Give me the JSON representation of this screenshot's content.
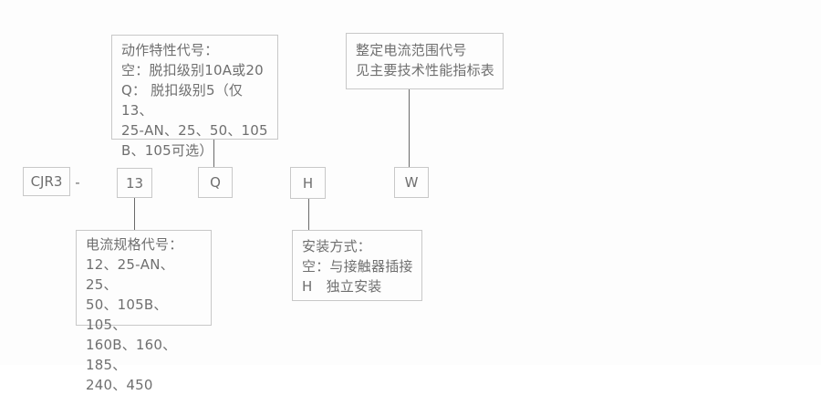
{
  "colors": {
    "background": "#fdfdfd",
    "box_border": "#c8c8c8",
    "text": "#6f6f6f",
    "connector_line": "#6a6a6a"
  },
  "model_code": {
    "prefix": "CJR3",
    "separator": "-",
    "current_spec_code": "13",
    "action_code": "Q",
    "mounting_code": "H",
    "setting_code": "W"
  },
  "callouts": {
    "action_characteristic": "动作特性代号：\n空：脱扣级别10A或20\nQ： 脱扣级别5（仅13、\n25-AN、25、50、105\nB、105可选）",
    "setting_current_range": "整定电流范围代号\n见主要技术性能指标表",
    "current_specification": "电流规格代号：\n12、25-AN、25、\n50、105B、105、\n160B、160、185、\n240、450",
    "mounting_mode": "安装方式：\n空：与接触器插接\nH　独立安装"
  }
}
